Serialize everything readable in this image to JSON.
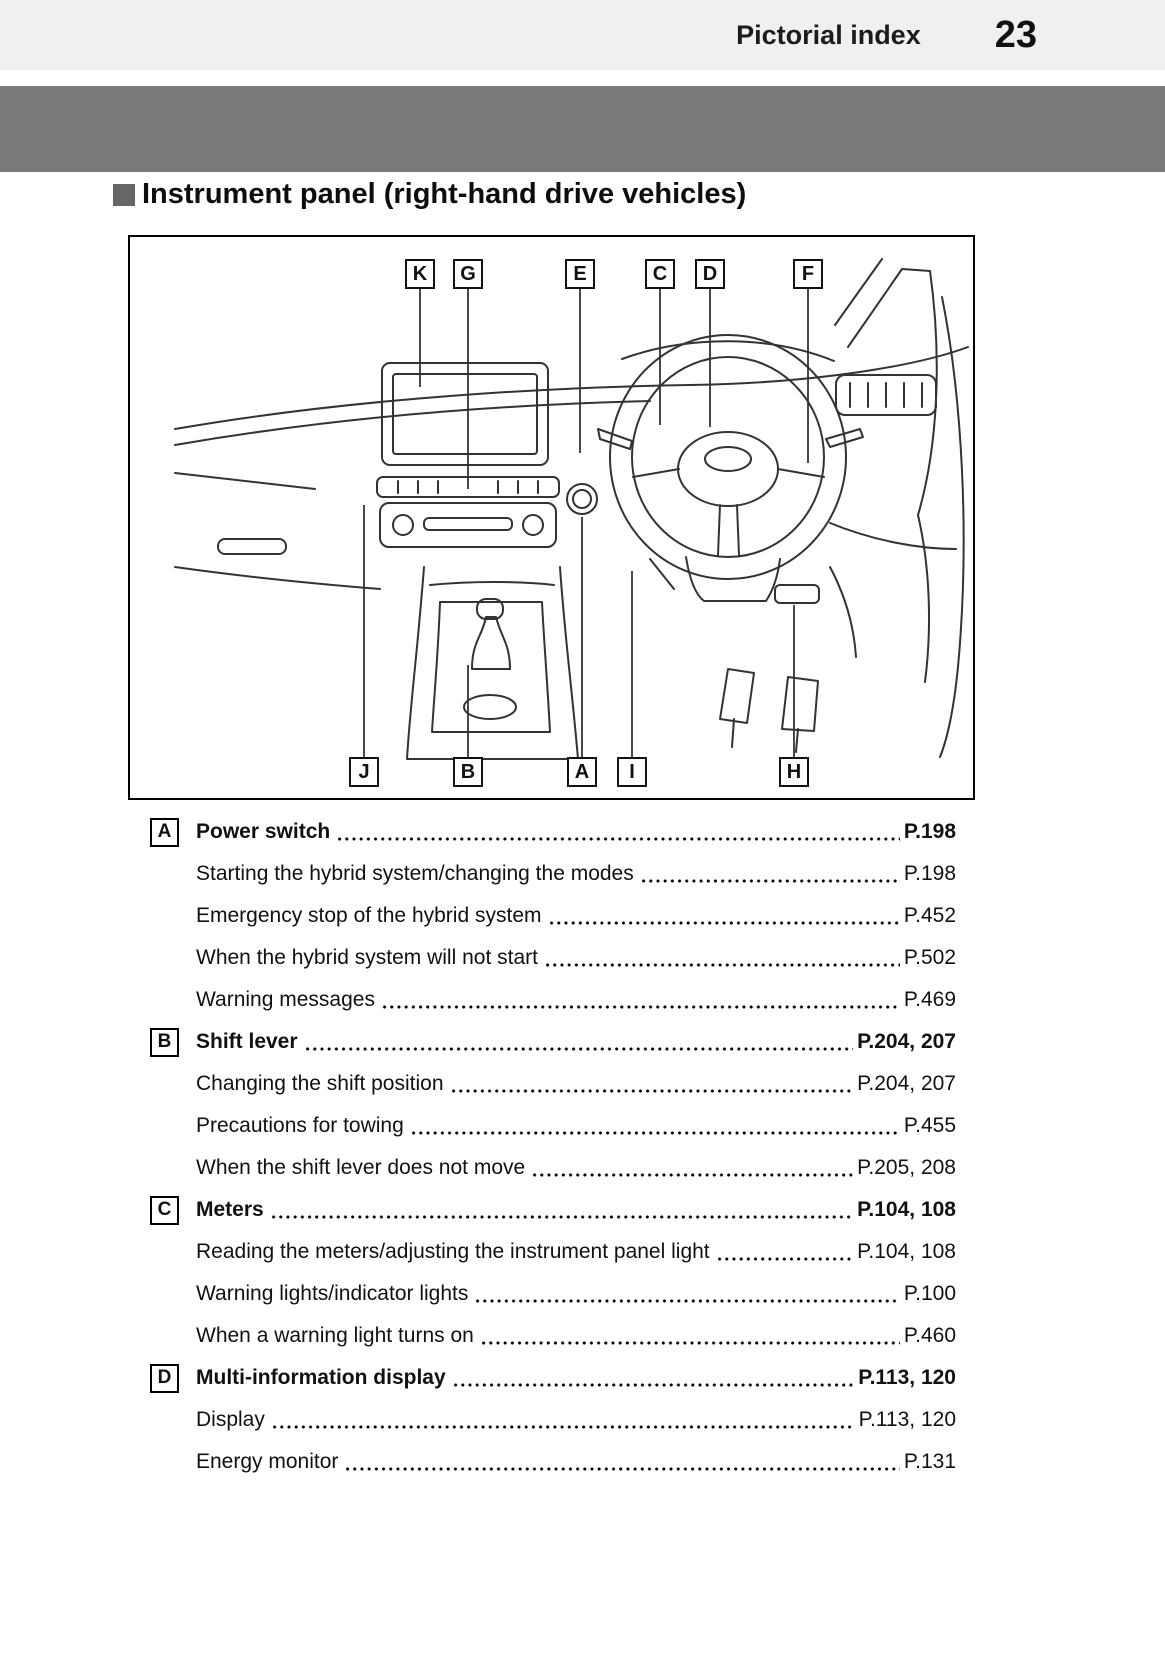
{
  "header": {
    "title": "Pictorial index",
    "page_number": "23"
  },
  "section": {
    "title": "Instrument panel (right-hand drive vehicles)"
  },
  "diagram": {
    "top_labels": [
      "K",
      "G",
      "E",
      "C",
      "D",
      "F"
    ],
    "bottom_labels": [
      "J",
      "B",
      "A",
      "I",
      "H"
    ]
  },
  "index": [
    {
      "letter": "A",
      "title": "Power switch",
      "page": "P.198",
      "items": [
        {
          "label": "Starting the hybrid system/changing the modes",
          "page": "P.198"
        },
        {
          "label": "Emergency stop of the hybrid system",
          "page": "P.452"
        },
        {
          "label": "When the hybrid system will not start",
          "page": "P.502"
        },
        {
          "label": "Warning messages",
          "page": "P.469"
        }
      ]
    },
    {
      "letter": "B",
      "title": "Shift lever",
      "page": "P.204, 207",
      "items": [
        {
          "label": "Changing the shift position",
          "page": "P.204, 207"
        },
        {
          "label": "Precautions for towing",
          "page": "P.455"
        },
        {
          "label": "When the shift lever does not move",
          "page": "P.205, 208"
        }
      ]
    },
    {
      "letter": "C",
      "title": "Meters",
      "page": "P.104, 108",
      "items": [
        {
          "label": "Reading the meters/adjusting the instrument panel light",
          "page": "P.104, 108"
        },
        {
          "label": "Warning lights/indicator lights",
          "page": "P.100"
        },
        {
          "label": "When a warning light turns on",
          "page": "P.460"
        }
      ]
    },
    {
      "letter": "D",
      "title": "Multi-information display",
      "page": "P.113, 120",
      "items": [
        {
          "label": "Display",
          "page": "P.113, 120"
        },
        {
          "label": "Energy monitor",
          "page": "P.131"
        }
      ]
    }
  ]
}
